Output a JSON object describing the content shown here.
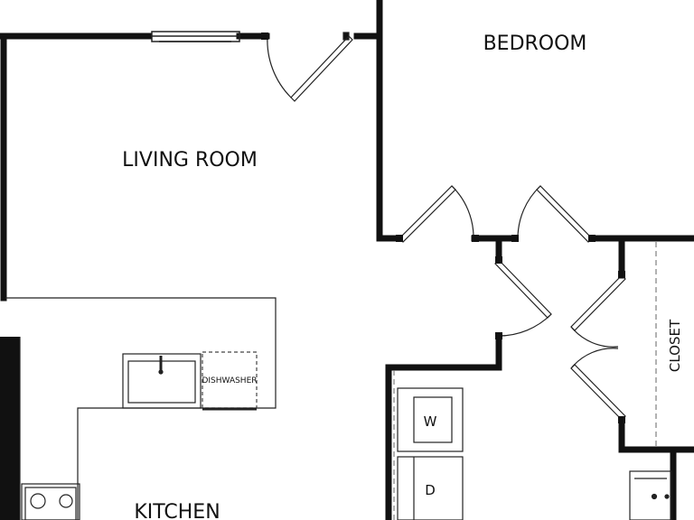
{
  "colors": {
    "wall": "#111111",
    "line": "#222222",
    "fixture": "#444444",
    "background": "#ffffff"
  },
  "rooms": {
    "bedroom": "BEDROOM",
    "living_room": "LIVING ROOM",
    "kitchen": "KITCHEN",
    "closet": "CLOSET"
  },
  "appliances": {
    "dishwasher": "DISHWASHER",
    "washer": "W",
    "dryer": "D"
  }
}
